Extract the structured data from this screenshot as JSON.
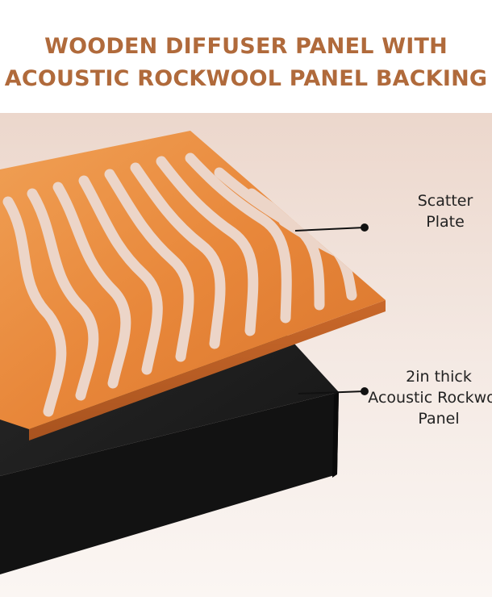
{
  "header": {
    "title_line1": "WOODEN DIFFUSER PANEL WITH",
    "title_line2": "ACOUSTIC ROCKWOOL PANEL BACKING"
  },
  "labels": {
    "scatter_line1": "Scatter",
    "scatter_line2": "Plate",
    "rockwool_line1": "2in thick",
    "rockwool_line2": "Acoustic Rockwool",
    "rockwool_line3": "Panel"
  },
  "colors": {
    "title": "#b06a3b",
    "wood": "#e8873a",
    "rockwool": "#1c1c1c",
    "callout": "#111111"
  },
  "icons": {
    "callout_marker": "dot"
  }
}
